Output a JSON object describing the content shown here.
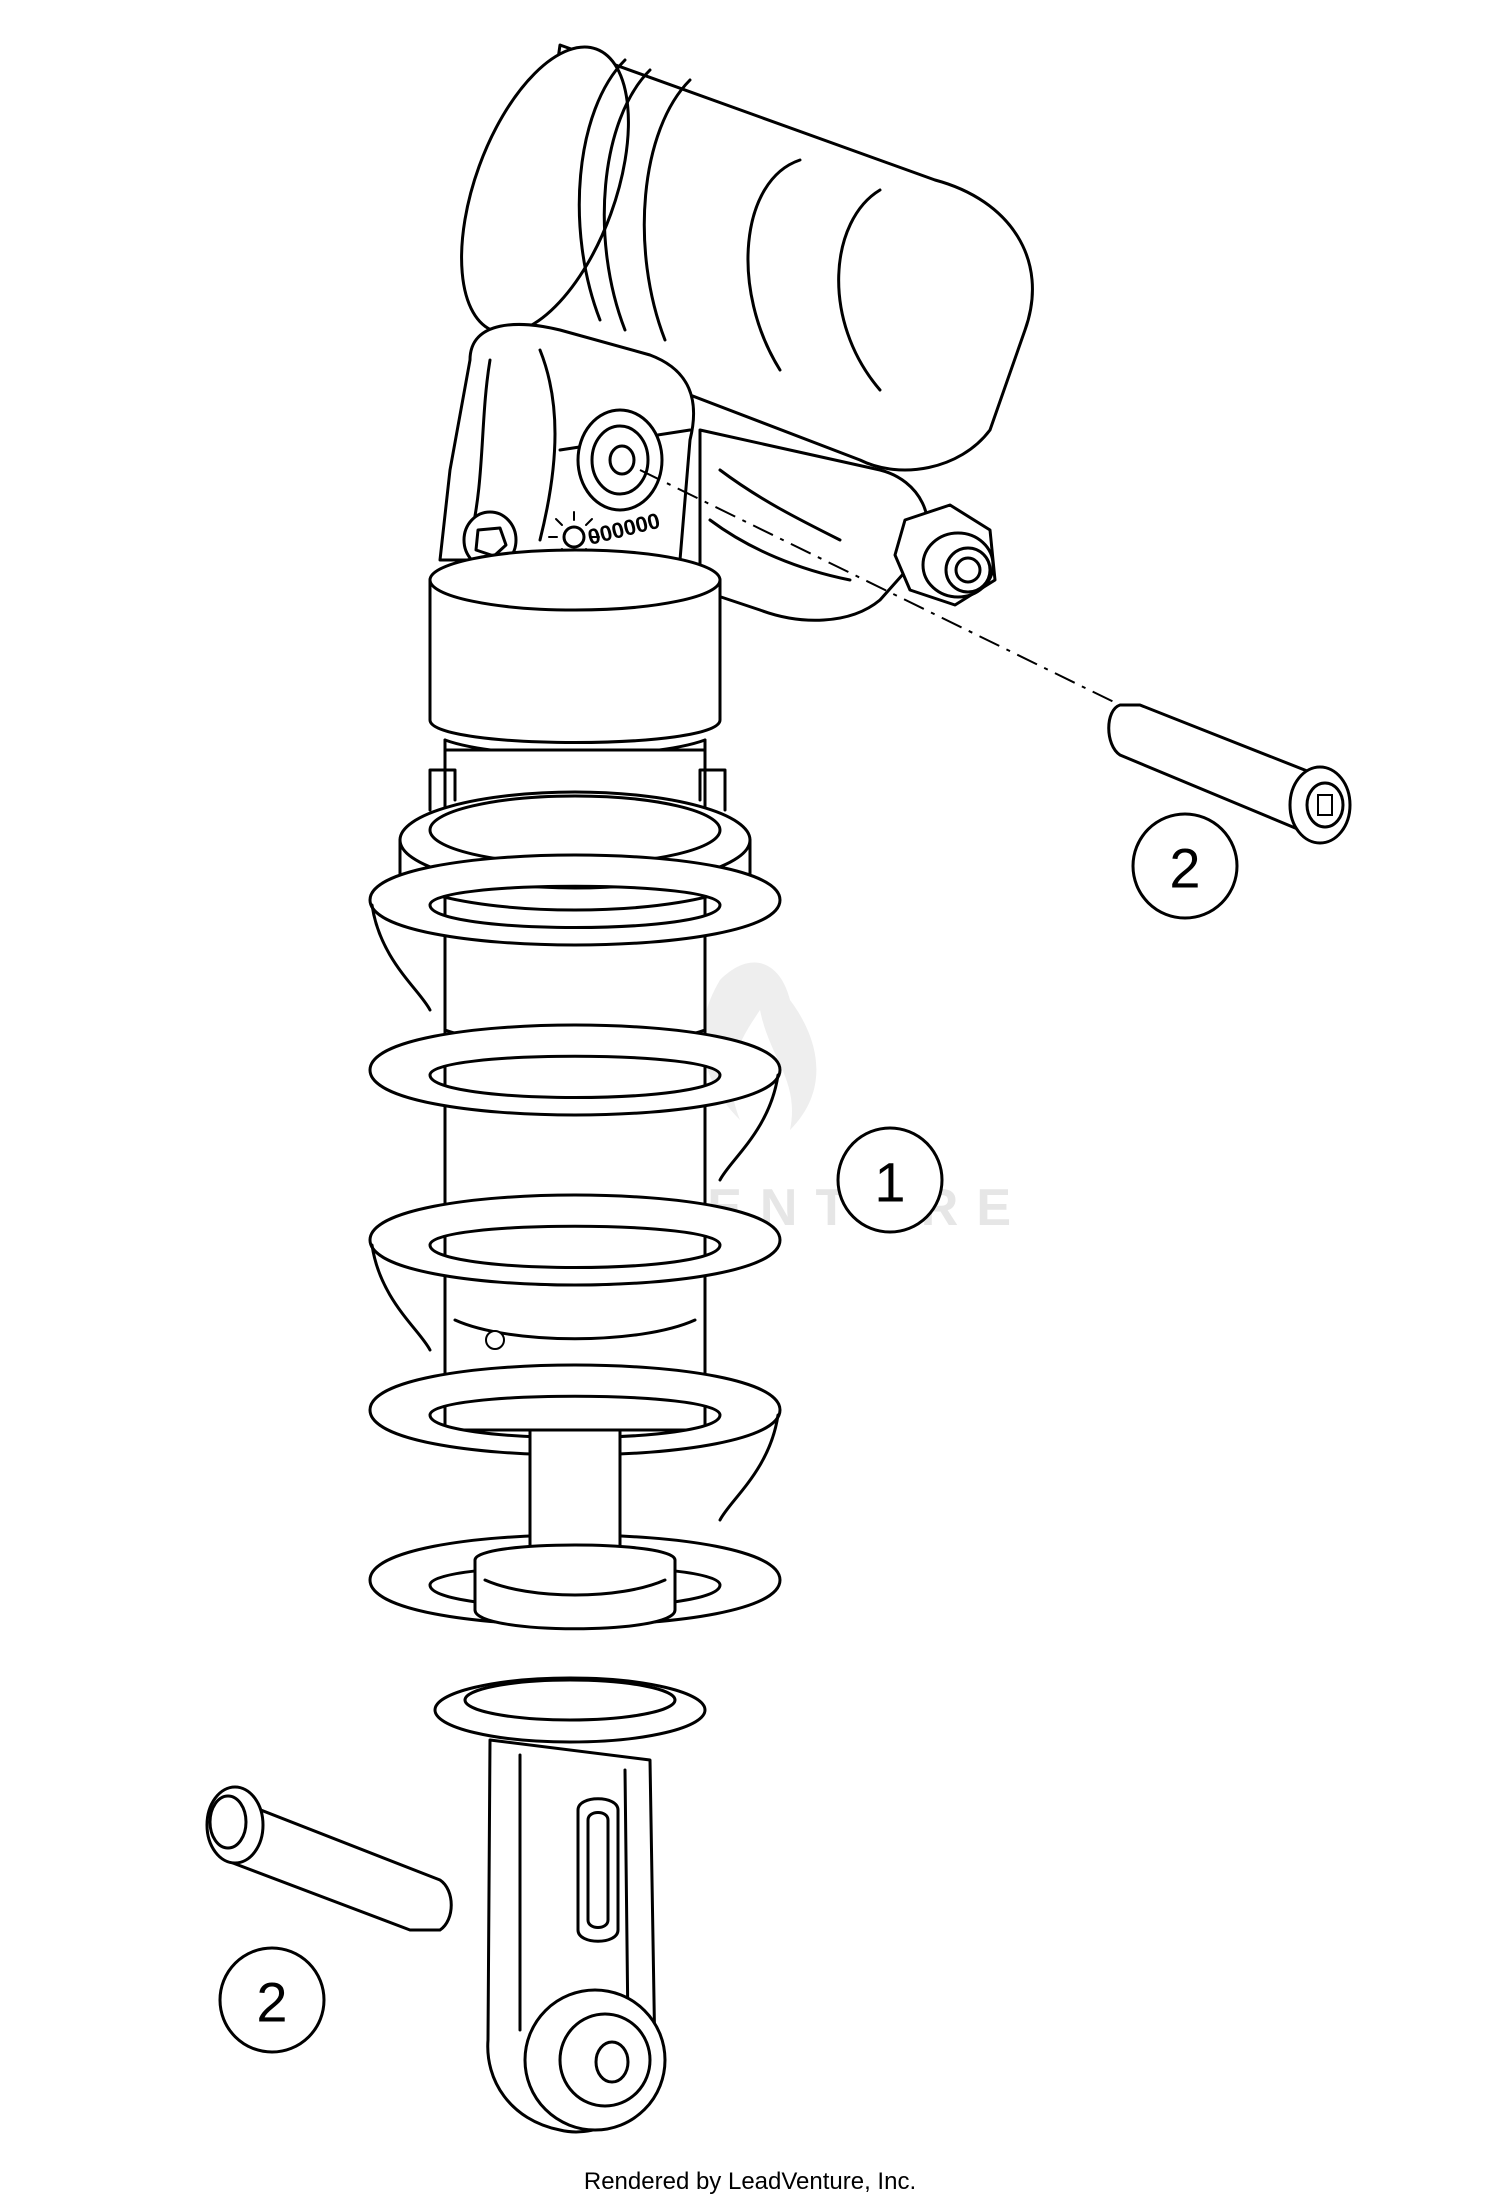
{
  "diagram": {
    "callouts": [
      {
        "id": "shock-absorber",
        "label": "1"
      },
      {
        "id": "screw-top",
        "label": "2"
      },
      {
        "id": "screw-bottom",
        "label": "2"
      }
    ],
    "serial_marking": "000000",
    "watermark": "LEADVENTURE",
    "footer": "Rendered by LeadVenture, Inc."
  }
}
